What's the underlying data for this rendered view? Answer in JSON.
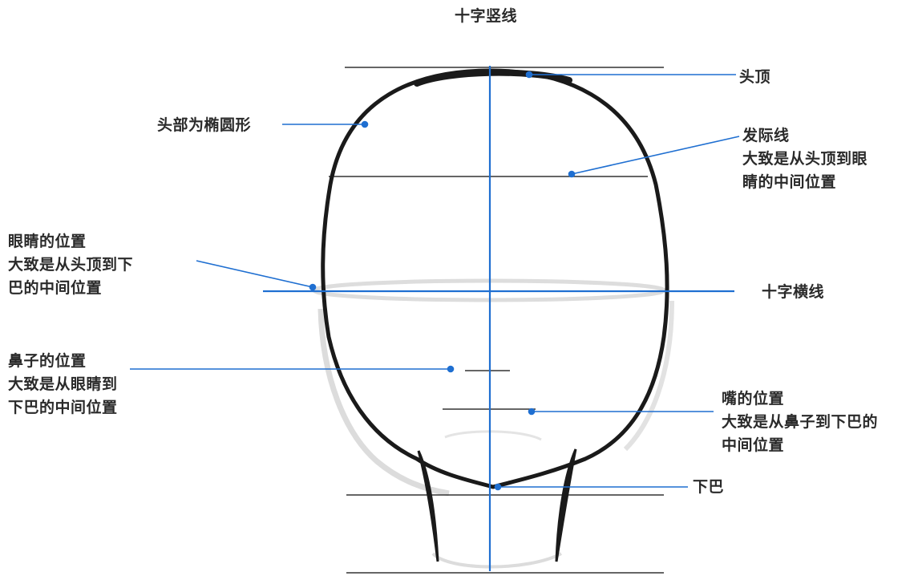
{
  "colors": {
    "guide": "#1f6fd1",
    "outline": "#1a1a1a",
    "guideline": "#333333",
    "shadow": "#cfcfcf"
  },
  "labels": {
    "vertical_cross": "十字竖线",
    "horizontal_cross": "十字横线",
    "top_of_head": "头顶",
    "head_oval": "头部为椭圆形",
    "hairline": [
      "发际线",
      "大致是从头顶到眼",
      "睛的中间位置"
    ],
    "eyes": [
      "眼睛的位置",
      "大致是从头顶到下",
      "巴的中间位置"
    ],
    "nose": [
      "鼻子的位置",
      "大致是从眼睛到",
      "下巴的中间位置"
    ],
    "mouth": [
      "嘴的位置",
      "大致是从鼻子到下巴的",
      "中间位置"
    ],
    "chin": "下巴"
  }
}
